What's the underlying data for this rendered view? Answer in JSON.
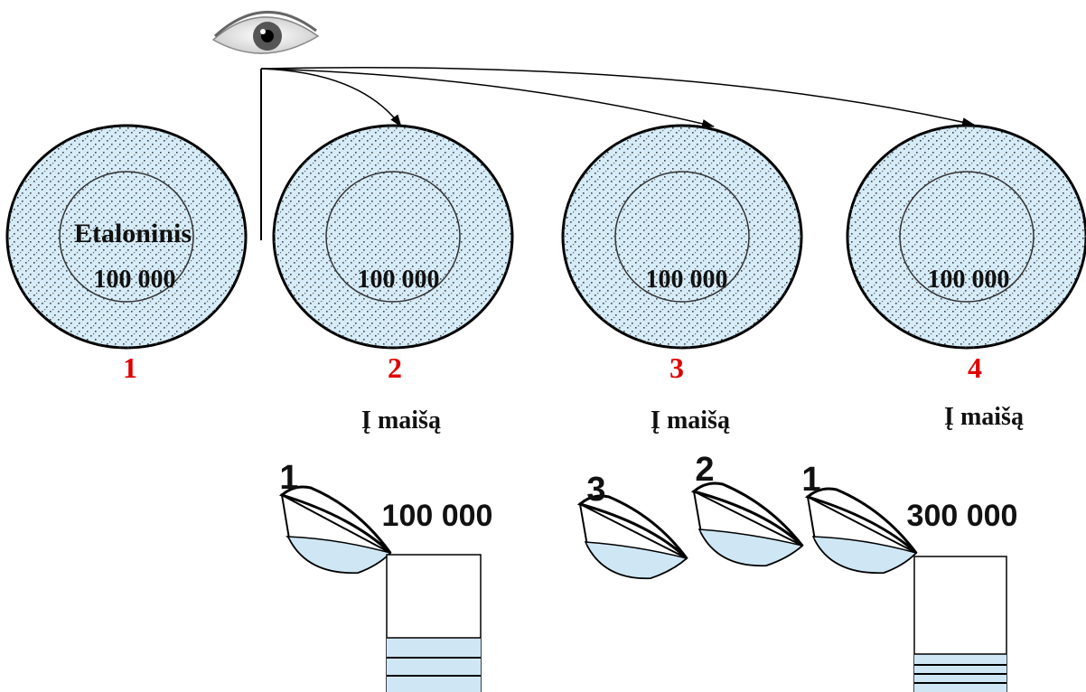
{
  "dishes": [
    {
      "number": "1",
      "title": "Etaloninis",
      "count": "100 000"
    },
    {
      "number": "2",
      "count": "100 000",
      "caption": "Į maišą"
    },
    {
      "number": "3",
      "count": "100 000",
      "caption": "Į maišą"
    },
    {
      "number": "4",
      "count": "100 000",
      "caption": "Į maišą"
    }
  ],
  "pours": [
    {
      "total": "100 000",
      "bowls": [
        "1"
      ]
    },
    {
      "total": "300 000",
      "bowls": [
        "3",
        "2",
        "1"
      ]
    }
  ],
  "colors": {
    "dish_fill": "#d6ecf8",
    "liquid_fill": "#cfe7f5",
    "number_red": "#e00000",
    "stroke": "#000000"
  },
  "icons": {
    "observer": "eye-icon"
  }
}
